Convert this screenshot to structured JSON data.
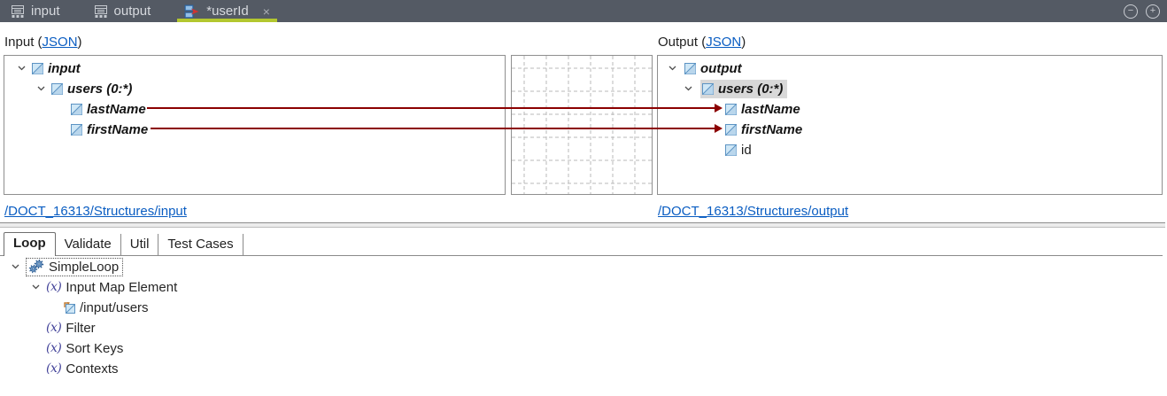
{
  "colors": {
    "tab_bar_bg": "#545a64",
    "active_tab_underline": "#b3c72f",
    "connection_line": "#8b0000",
    "link_blue": "#0a5dc2",
    "row_highlight": "#d8d8d8"
  },
  "tab_bar": {
    "tabs": [
      {
        "label": "input",
        "icon": "structure-icon",
        "active": false
      },
      {
        "label": "output",
        "icon": "structure-icon",
        "active": false
      },
      {
        "label": "*userId",
        "icon": "mapping-icon",
        "active": true,
        "modified": true,
        "close_glyph": "×"
      }
    ],
    "controls": {
      "collapse_glyph": "−",
      "expand_glyph": "+"
    }
  },
  "mapping": {
    "input_header": {
      "prefix": "Input (",
      "link_label": "JSON",
      "suffix": ")"
    },
    "output_header": {
      "prefix": "Output (",
      "link_label": "JSON",
      "suffix": ")"
    },
    "input_tree": {
      "rows": [
        {
          "label": "input",
          "depth": 0,
          "expanded": true
        },
        {
          "label": "users (0:*)",
          "depth": 1,
          "expanded": true
        },
        {
          "label": "lastName",
          "depth": 2,
          "mapped": true
        },
        {
          "label": "firstName",
          "depth": 2,
          "mapped": true
        }
      ]
    },
    "output_tree": {
      "rows": [
        {
          "label": "output",
          "depth": 0,
          "expanded": true
        },
        {
          "label": "users (0:*)",
          "depth": 1,
          "expanded": true,
          "highlighted": true
        },
        {
          "label": "lastName",
          "depth": 2,
          "mapped": true
        },
        {
          "label": "firstName",
          "depth": 2,
          "mapped": true
        },
        {
          "label": "id",
          "depth": 2,
          "mapped": false
        }
      ]
    },
    "connections": [
      {
        "from": "lastName",
        "to": "lastName"
      },
      {
        "from": "firstName",
        "to": "firstName"
      }
    ],
    "input_path_link": "/DOCT_16313/Structures/input",
    "output_path_link": "/DOCT_16313/Structures/output"
  },
  "bottom": {
    "tabs": [
      {
        "label": "Loop",
        "active": true
      },
      {
        "label": "Validate",
        "active": false
      },
      {
        "label": "Util",
        "active": false
      },
      {
        "label": "Test Cases",
        "active": false
      }
    ],
    "expression_icon_glyph": "(x)",
    "tree": [
      {
        "label": "SimpleLoop",
        "icon": "gears-icon",
        "depth": 0,
        "expanded": true,
        "focused": true
      },
      {
        "label": "Input Map Element",
        "icon": "expression-icon",
        "depth": 1,
        "expanded": true
      },
      {
        "label": "/input/users",
        "icon": "mapped-field-icon",
        "depth": 2
      },
      {
        "label": "Filter",
        "icon": "expression-icon",
        "depth": 1
      },
      {
        "label": "Sort Keys",
        "icon": "expression-icon",
        "depth": 1
      },
      {
        "label": "Contexts",
        "icon": "expression-icon",
        "depth": 1
      }
    ]
  }
}
